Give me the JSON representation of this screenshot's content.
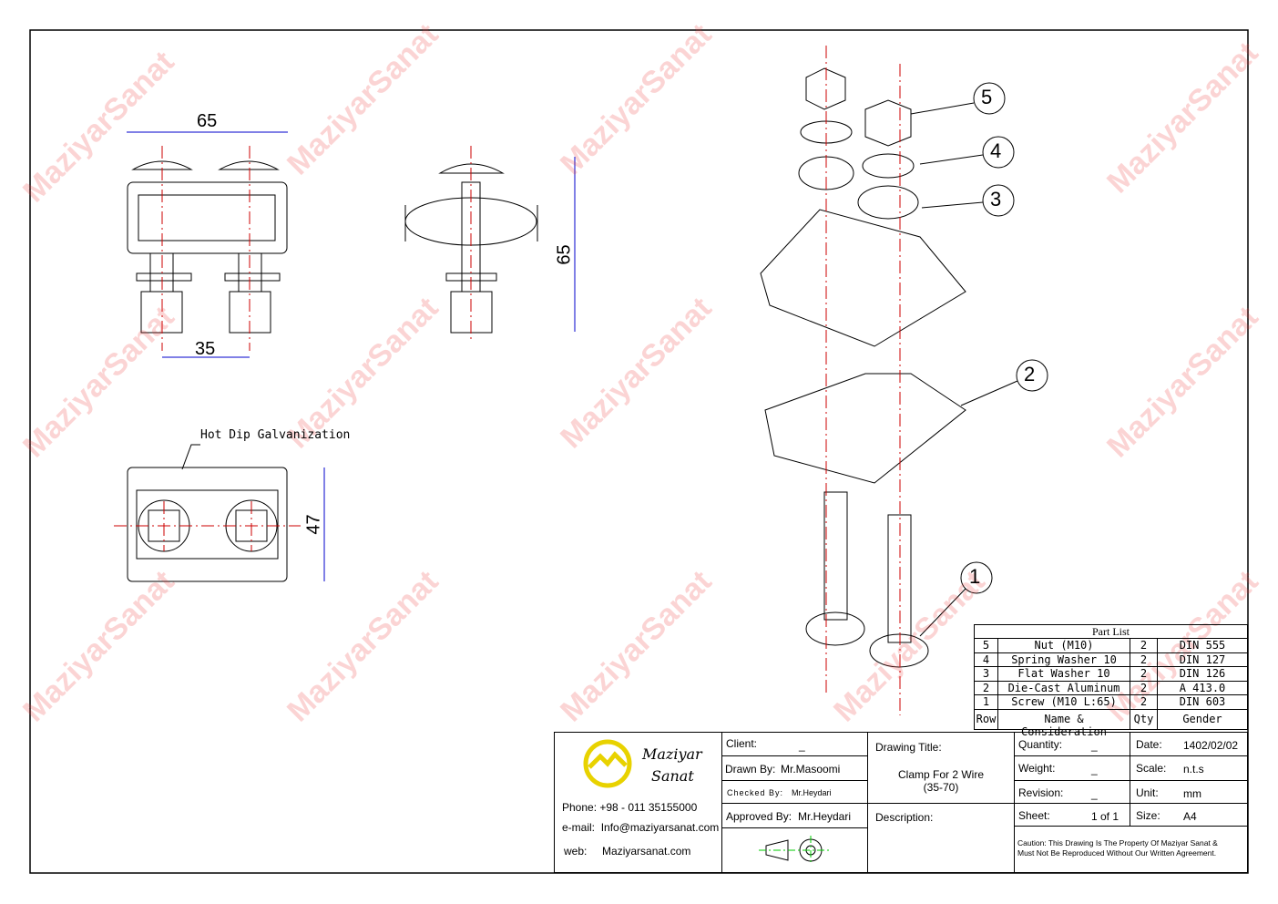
{
  "watermark": "MaziyarSanat",
  "dimensions": {
    "top_width": "65",
    "bolt_spacing": "35",
    "side_height": "65",
    "bottom_height": "47"
  },
  "annotation": "Hot Dip Galvanization",
  "balloons": [
    "5",
    "4",
    "3",
    "2",
    "1"
  ],
  "part_list": {
    "title": "Part List",
    "headers": {
      "row": "Row",
      "name": "Name & Consideration",
      "qty": "Qty",
      "gender": "Gender"
    },
    "rows": [
      {
        "row": "5",
        "name": "Nut   (M10)",
        "qty": "2",
        "gender": "DIN 555"
      },
      {
        "row": "4",
        "name": "Spring Washer 10",
        "qty": "2",
        "gender": "DIN 127"
      },
      {
        "row": "3",
        "name": "Flat Washer 10",
        "qty": "2",
        "gender": "DIN 126"
      },
      {
        "row": "2",
        "name": "Die-Cast Aluminum",
        "qty": "2",
        "gender": "A 413.0"
      },
      {
        "row": "1",
        "name": "Screw  (M10    L:65)",
        "qty": "2",
        "gender": "DIN 603"
      }
    ]
  },
  "title_block": {
    "company_line1": "Maziyar",
    "company_line2": "Sanat",
    "phone": "Phone: +98 - 011 35155000",
    "email_label": "e-mail:",
    "email": "Info@maziyarsanat.com",
    "web_label": "web:",
    "web": "Maziyarsanat.com",
    "client_label": "Client:",
    "client": "_",
    "drawn_by_label": "Drawn By:",
    "drawn_by": "Mr.Masoomi",
    "checked_by_label": "Checked By:",
    "checked_by": "Mr.Heydari",
    "approved_by_label": "Approved By:",
    "approved_by": "Mr.Heydari",
    "drawing_title_label": "Drawing Title:",
    "drawing_title_1": "Clamp For 2 Wire",
    "drawing_title_2": "(35-70)",
    "description_label": "Description:",
    "quantity_label": "Quantity:",
    "quantity": "_",
    "weight_label": "Weight:",
    "weight": "_",
    "revision_label": "Revision:",
    "revision": "_",
    "sheet_label": "Sheet:",
    "sheet": "1 of 1",
    "date_label": "Date:",
    "date": "1402/02/02",
    "scale_label": "Scale:",
    "scale": "n.t.s",
    "unit_label": "Unit:",
    "unit": "mm",
    "size_label": "Size:",
    "size": "A4",
    "caution_1": "Caution: This Drawing Is The Property Of Maziyar Sanat &",
    "caution_2": "Must Not Be Reproduced Without Our Written Agreement."
  }
}
